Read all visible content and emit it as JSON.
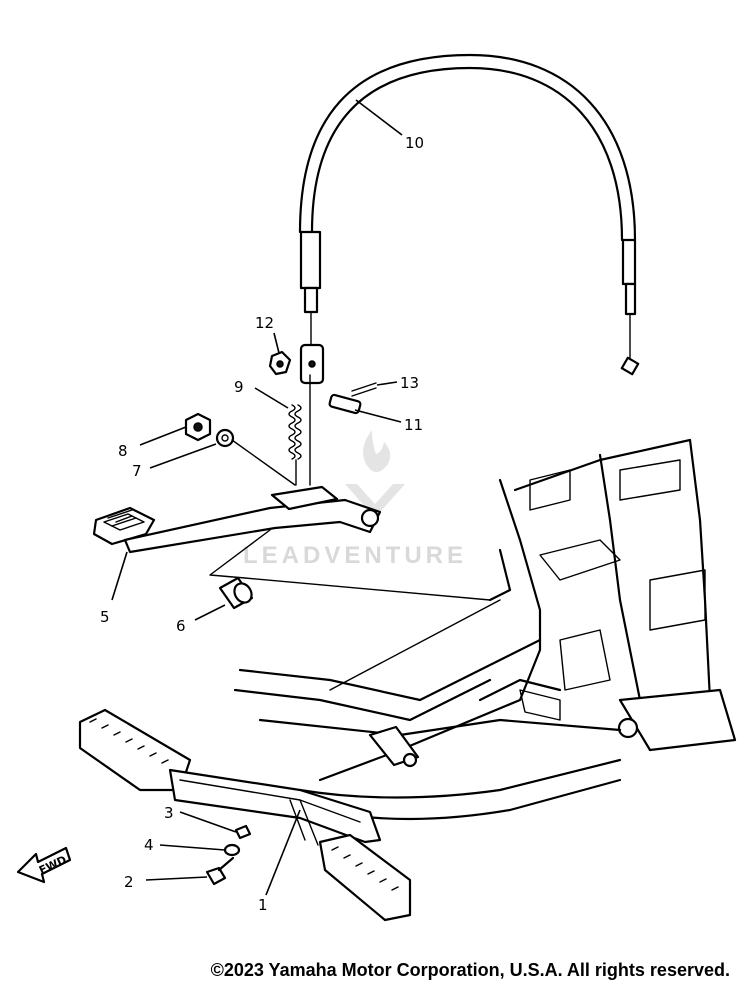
{
  "callouts": {
    "c1": "1",
    "c2": "2",
    "c3": "3",
    "c4": "4",
    "c5": "5",
    "c6": "6",
    "c7": "7",
    "c8": "8",
    "c9": "9",
    "c10": "10",
    "c11": "11",
    "c12": "12",
    "c13": "13"
  },
  "fwd_label": "FWD",
  "watermark": "LEADVENTURE",
  "copyright": "©2023 Yamaha Motor Corporation, U.S.A. All rights reserved."
}
